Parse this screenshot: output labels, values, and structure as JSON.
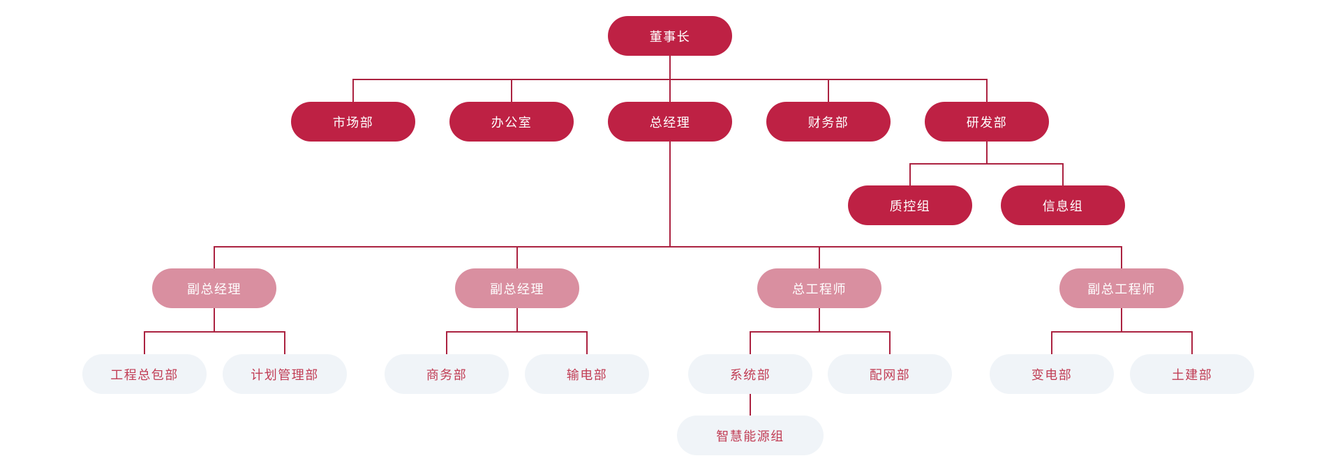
{
  "page": {
    "background": "#ffffff"
  },
  "colors": {
    "primary": "#be2144",
    "secondary": "#d98fa0",
    "pale_bg": "#f0f4f8",
    "pale_text": "#c13d55",
    "line": "#ab2240",
    "node_text_light": "#ffffff",
    "background": "#ffffff"
  },
  "tree": {
    "label": "董事长",
    "children": [
      {
        "label": "市场部"
      },
      {
        "label": "办公室"
      },
      {
        "label": "总经理",
        "children": [
          {
            "label": "副总经理",
            "children": [
              {
                "label": "工程总包部"
              },
              {
                "label": "计划管理部"
              }
            ]
          },
          {
            "label": "副总经理",
            "children": [
              {
                "label": "商务部"
              },
              {
                "label": "输电部"
              }
            ]
          },
          {
            "label": "总工程师",
            "children": [
              {
                "label": "系统部",
                "children": [
                  {
                    "label": "智慧能源组"
                  }
                ]
              },
              {
                "label": "配网部"
              }
            ]
          },
          {
            "label": "副总工程师",
            "children": [
              {
                "label": "变电部"
              },
              {
                "label": "土建部"
              }
            ]
          }
        ]
      },
      {
        "label": "财务部"
      },
      {
        "label": "研发部",
        "children": [
          {
            "label": "质控组"
          },
          {
            "label": "信息组"
          }
        ]
      }
    ]
  }
}
